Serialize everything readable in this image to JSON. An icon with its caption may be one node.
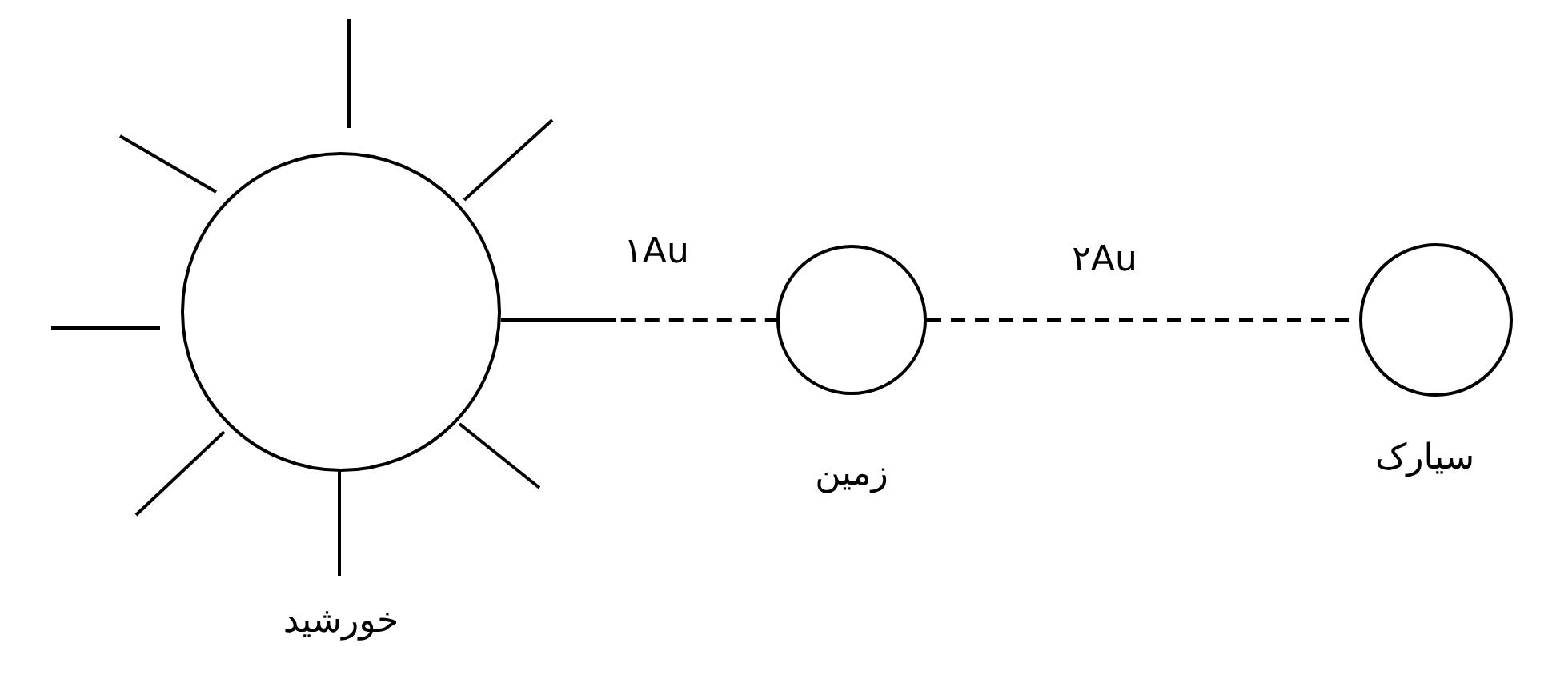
{
  "diagram": {
    "nodes": [
      {
        "text": [],
        "shape": "circle",
        "beside": [
          "خورشید"
        ]
      },
      {
        "text": [],
        "shape": "circle",
        "beside": [
          "زمین"
        ]
      },
      {
        "text": [],
        "shape": "circle",
        "beside": [
          "سیارک"
        ]
      }
    ],
    "edges": [
      {
        "from": 0,
        "to": 1,
        "arrow": "none",
        "style": "dashed",
        "label": "۱Au"
      },
      {
        "from": 1,
        "to": 2,
        "arrow": "none",
        "style": "dashed",
        "label": "۲Au"
      }
    ]
  }
}
